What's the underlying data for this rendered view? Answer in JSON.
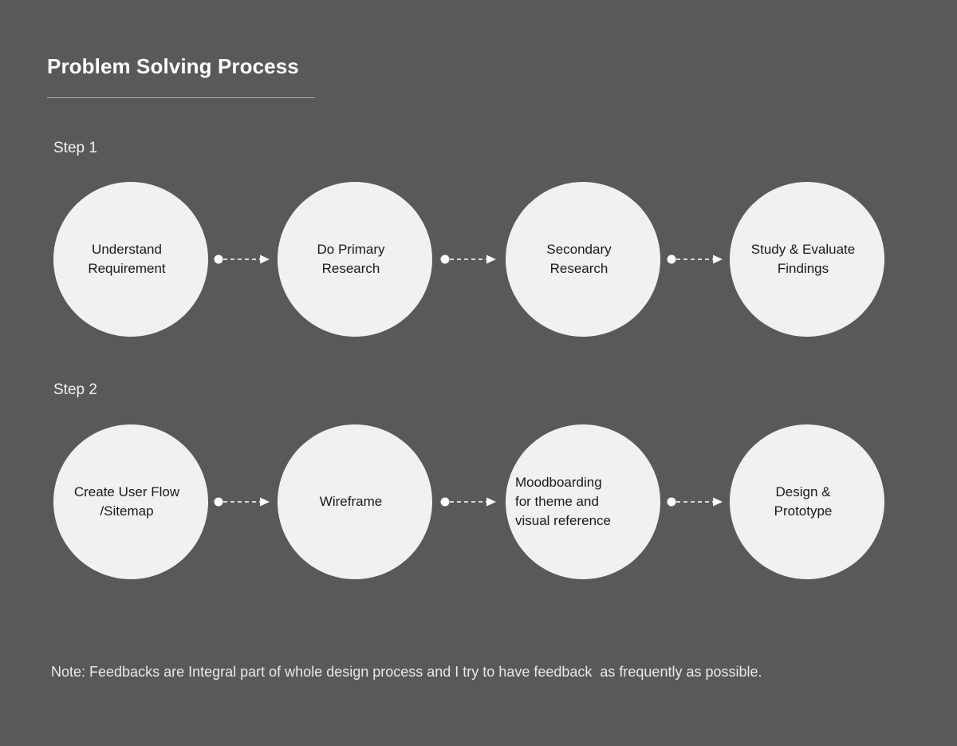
{
  "header": {
    "title": "Problem Solving Process"
  },
  "steps": [
    {
      "label": "Step 1",
      "nodes": [
        {
          "text": "Understand\nRequirement",
          "align": "center"
        },
        {
          "text": "Do Primary\nResearch",
          "align": "center"
        },
        {
          "text": "Secondary\nResearch",
          "align": "center"
        },
        {
          "text": "Study & Evaluate\nFindings",
          "align": "center"
        }
      ],
      "connectors": [
        {
          "kind": "dashed-arrow"
        },
        {
          "kind": "dashed-arrow"
        },
        {
          "kind": "dashed-arrow"
        }
      ]
    },
    {
      "label": "Step 2",
      "nodes": [
        {
          "text": "Create User Flow\n/Sitemap",
          "align": "center"
        },
        {
          "text": "Wireframe",
          "align": "center"
        },
        {
          "text": "Moodboarding\nfor theme and\nvisual reference",
          "align": "left"
        },
        {
          "text": "Design &\nPrototype",
          "align": "center"
        }
      ],
      "connectors": [
        {
          "kind": "dashed-arrow"
        },
        {
          "kind": "dashed-arrow"
        },
        {
          "kind": "dashed-arrow"
        }
      ]
    }
  ],
  "footer": {
    "note": "Note: Feedbacks are Integral part of whole design process and I try to have feedback  as frequently as possible."
  },
  "colors": {
    "background": "#595959",
    "node_fill": "#f1f1f1",
    "node_text": "#1a1a1a",
    "title_text": "#ffffff",
    "rule": "#a9a9a9",
    "connector": "#ffffff",
    "note_text": "#e8e8e8"
  }
}
